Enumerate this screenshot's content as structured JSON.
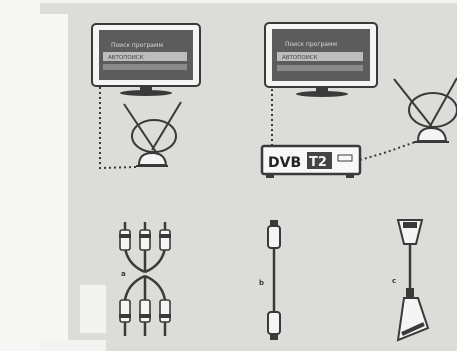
{
  "scene": {
    "tv_left": {
      "screen_title": "Поиск программ",
      "screen_mode": "АВТОПОИСК"
    },
    "tv_right": {
      "screen_title": "Поиск программ",
      "screen_mode": "АВТОПОИСК"
    },
    "dvb_logo": {
      "left": "DVB",
      "right": "T2"
    },
    "cable_labels": {
      "rca": "a",
      "hdmi": "b",
      "scart": "c"
    }
  },
  "colors": {
    "paper": "#dcdcd8",
    "page_bg": "#f3f3f1",
    "line": "#3a3a3a",
    "screen": "#5c5c5c",
    "screen_bar": "#bdbdbd"
  },
  "icons": [
    "tv-icon",
    "antenna-icon",
    "receiver-icon",
    "rca-cable-icon",
    "hdmi-cable-icon",
    "scart-cable-icon"
  ]
}
